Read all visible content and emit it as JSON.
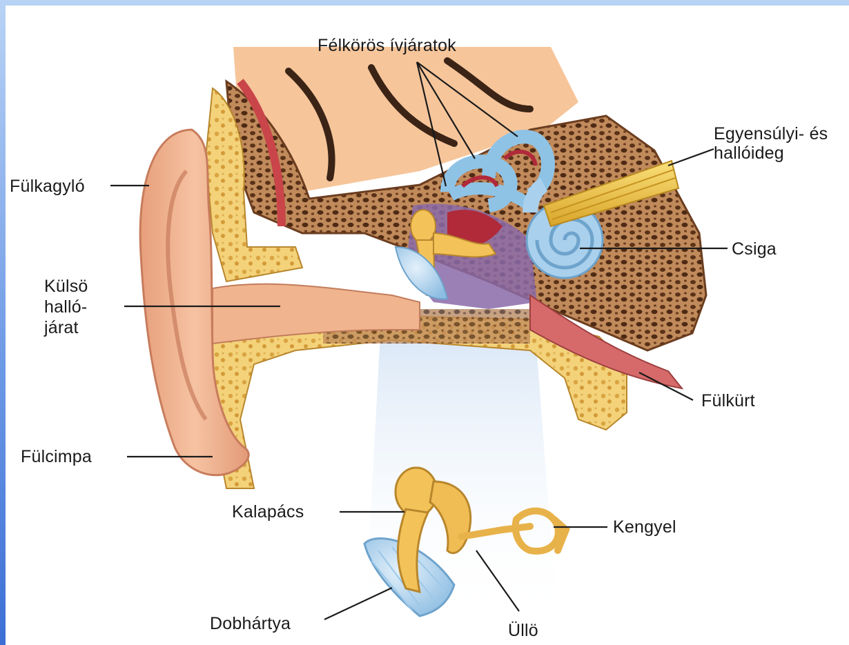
{
  "labels": {
    "semicircular_canals": "Félkörös ívjáratok",
    "nerve_line1": "Egyensúlyi- és",
    "nerve_line2": "hallóideg",
    "auricle": "Fülkagyló",
    "ear_canal_line1": "Külsö",
    "ear_canal_line2": "halló-",
    "ear_canal_line3": "járat",
    "cochlea": "Csiga",
    "eustachian_tube": "Fülkürt",
    "earlobe": "Fülcimpa",
    "malleus": "Kalapács",
    "stapes": "Kengyel",
    "eardrum": "Dobhártya",
    "incus": "Üllö"
  },
  "colors": {
    "skin": "#f0b994",
    "skin_shadow": "#d9876a",
    "bone": "#f3d27a",
    "spongy_bone": "#b57b52",
    "brain": "#f6c59a",
    "inner_ear": "#a9d0ec",
    "nerve": "#f4cc4d",
    "tube": "#d66a6a",
    "middle_ear": "#8a6aa8"
  }
}
